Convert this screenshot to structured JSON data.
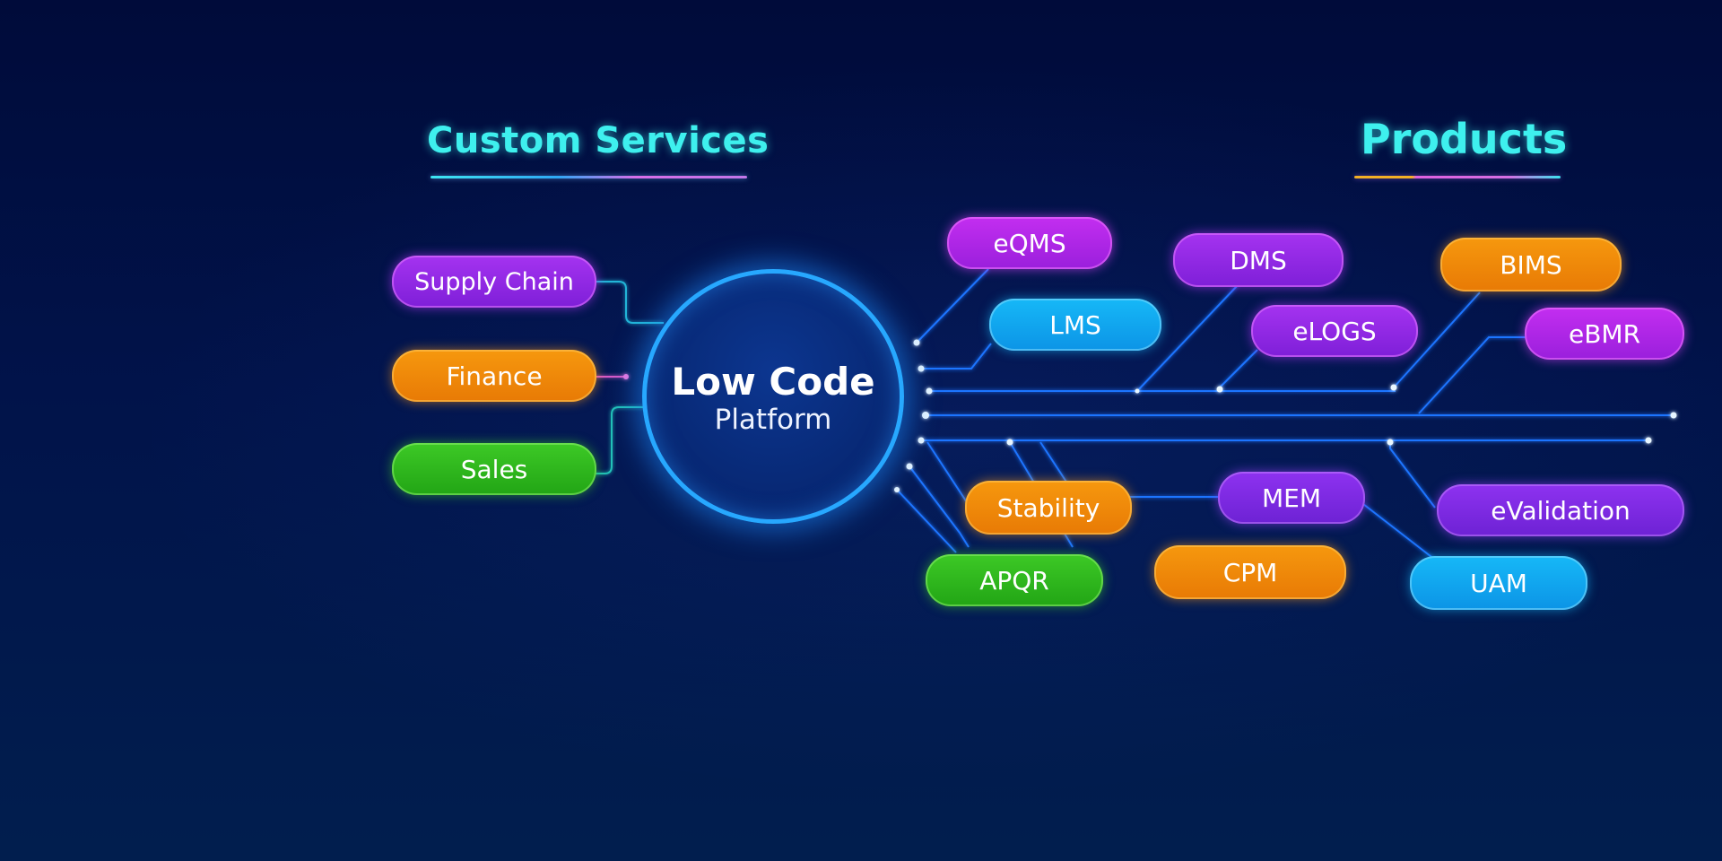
{
  "headings": {
    "custom_services": "Custom Services",
    "products": "Products"
  },
  "hub": {
    "title": "Low Code",
    "subtitle": "Platform"
  },
  "custom_services": [
    {
      "label": "Supply Chain",
      "color": "#9b2fe8"
    },
    {
      "label": "Finance",
      "color": "#f08a0b"
    },
    {
      "label": "Sales",
      "color": "#30b81f"
    }
  ],
  "products": [
    {
      "label": "eQMS",
      "color": "#b528ec"
    },
    {
      "label": "LMS",
      "color": "#12a8f0"
    },
    {
      "label": "DMS",
      "color": "#8a2ee8"
    },
    {
      "label": "eLOGS",
      "color": "#8a2ee8"
    },
    {
      "label": "BIMS",
      "color": "#f08a0b"
    },
    {
      "label": "eBMR",
      "color": "#9b2fe8"
    },
    {
      "label": "Stability",
      "color": "#f08a0b"
    },
    {
      "label": "APQR",
      "color": "#30b81f"
    },
    {
      "label": "MEM",
      "color": "#7a2ee0"
    },
    {
      "label": "CPM",
      "color": "#f08a0b"
    },
    {
      "label": "eValidation",
      "color": "#8a2ee8"
    },
    {
      "label": "UAM",
      "color": "#12a8f0"
    }
  ],
  "colors": {
    "background": "#011247",
    "heading": "#3ef0ee",
    "wire": "#1f6bff",
    "hub_ring": "#27a8ff"
  }
}
